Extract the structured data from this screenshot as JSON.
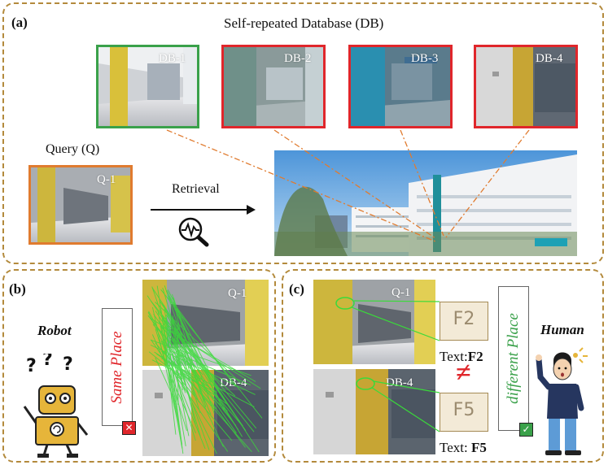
{
  "panel_a": {
    "label": "(a)",
    "db_title": "Self-repeated Database (DB)",
    "db_images": [
      "DB-1",
      "DB-2",
      "DB-3",
      "DB-4"
    ],
    "query_title": "Query (Q)",
    "query_image": "Q-1",
    "retrieval_label": "Retrieval",
    "colors": {
      "match": "#3aa14a",
      "mismatch": "#e0262b",
      "query": "#e07b2f",
      "panel_border": "#b38a3c"
    }
  },
  "panel_b": {
    "label": "(b)",
    "agent": "Robot",
    "decision": "Same Place",
    "top_image": "Q-1",
    "bottom_image": "DB-4"
  },
  "panel_c": {
    "label": "(c)",
    "agent": "Human",
    "decision": "different Place",
    "top_image": "Q-1",
    "bottom_image": "DB-4",
    "glyph_top": "F2",
    "glyph_bottom": "F5",
    "text_top_prefix": "Text:",
    "text_top_value": "F2",
    "text_bottom_prefix": "Text:",
    "text_bottom_value": "F5",
    "not_equal": "≠"
  }
}
